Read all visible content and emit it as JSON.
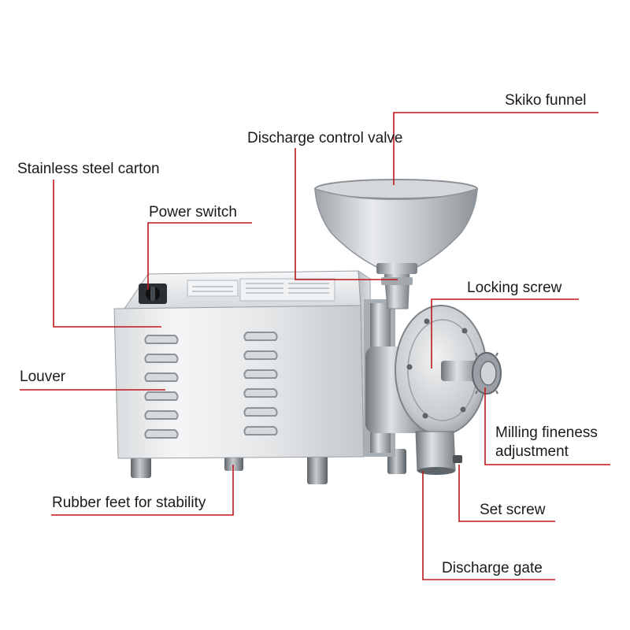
{
  "colors": {
    "leader": "#c0161c",
    "steel_light": "#eef0f1",
    "steel_mid": "#c9cdd0",
    "steel_dark": "#7d8489",
    "text": "#1a1a1a"
  },
  "labels": {
    "skiko_funnel": "Skiko funnel",
    "discharge_control_valve": "Discharge control valve",
    "stainless_steel_carton": "Stainless steel carton",
    "power_switch": "Power switch",
    "locking_screw": "Locking screw",
    "louver": "Louver",
    "milling_fineness_adjustment": "Milling fineness adjustment",
    "rubber_feet": "Rubber feet for stability",
    "set_screw": "Set screw",
    "discharge_gate": "Discharge gate"
  },
  "icons": {
    "machine": "grain-mill-machine-illustration",
    "switch": "rotary-knob-icon",
    "wheel": "hand-wheel-icon"
  }
}
